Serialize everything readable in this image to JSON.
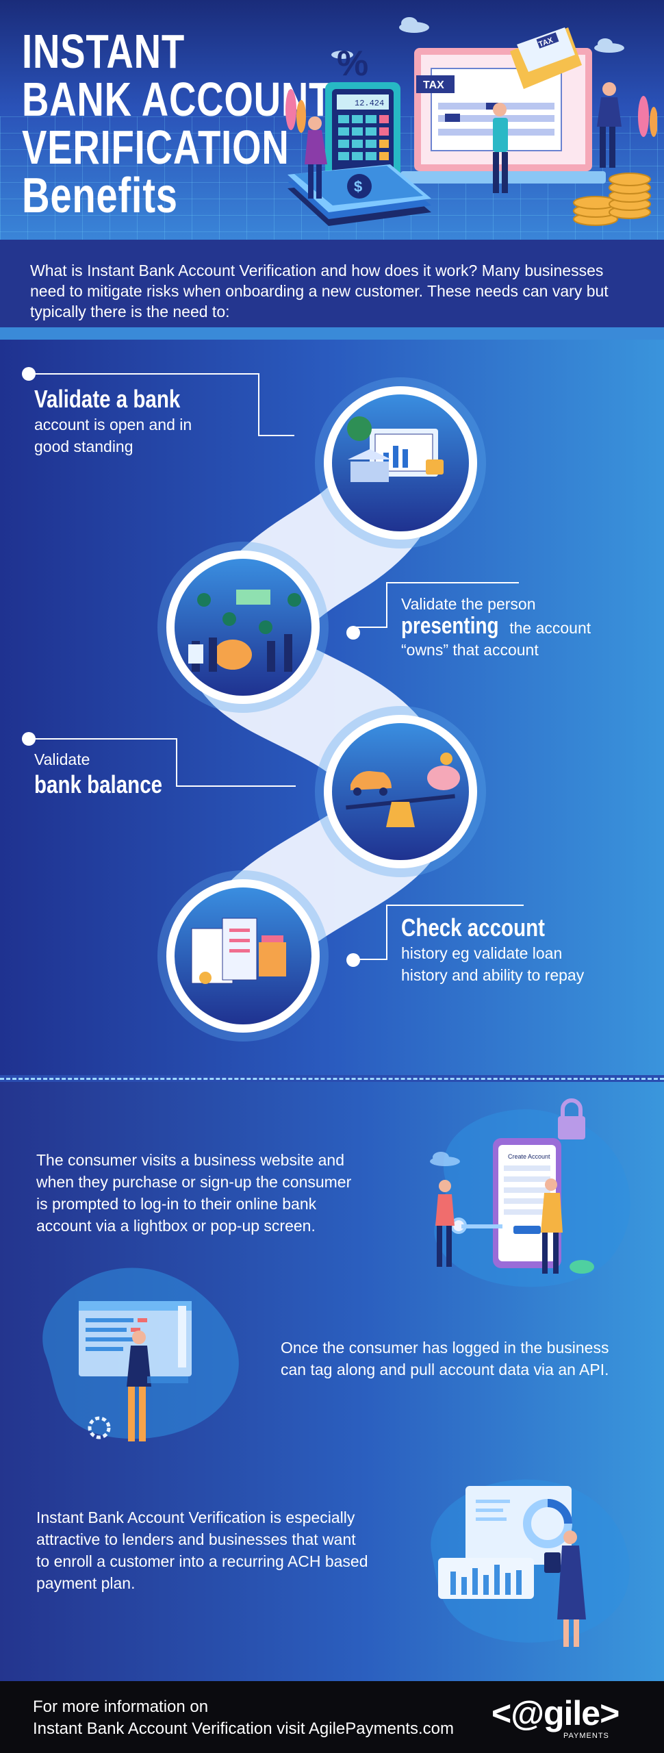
{
  "header": {
    "title_lines": [
      "INSTANT",
      "BANK ACCOUNT",
      "VERIFICATION",
      "Benefits"
    ],
    "illustration": {
      "tax_label": "TAX",
      "envelope_label": "TAX",
      "calculator_display": "12.424",
      "percent_symbol": "%"
    }
  },
  "intro": {
    "text": "What is Instant Bank Account Verification and how does it work? Many businesses need to mitigate risks when onboarding a new customer. These needs can vary but typically there is the need to:"
  },
  "benefits": [
    {
      "heading": "Validate a bank",
      "body_lines": [
        "account is open and in",
        "good standing"
      ],
      "icon": "bank-finance-icon"
    },
    {
      "pre": "Validate the person",
      "heading": "presenting",
      "body_after": " the account",
      "body_lines": [
        "“owns” that account"
      ],
      "icon": "people-money-icon"
    },
    {
      "pre": "Validate",
      "heading": "bank balance",
      "icon": "balance-scale-icon"
    },
    {
      "heading": "Check account",
      "body_lines": [
        "history eg validate loan",
        "history and ability to repay"
      ],
      "icon": "loan-history-icon"
    }
  ],
  "process": [
    {
      "lines": [
        "The consumer visits a business website and",
        "when they purchase or sign-up the consumer",
        "is prompted to log-in to their online bank",
        "account via a lightbox or pop-up screen."
      ],
      "icon": "phone-login-icon",
      "phone_title": "Create Account"
    },
    {
      "lines": [
        "Once the consumer has logged in the business",
        "can tag along and pull account data via an API."
      ],
      "icon": "api-dashboard-icon"
    },
    {
      "lines": [
        "Instant Bank Account Verification is especially",
        "attractive to lenders and businesses that want",
        "to enroll a customer into a recurring ACH based",
        "payment plan."
      ],
      "icon": "analytics-chart-icon"
    }
  ],
  "footer": {
    "line1": "For more information on",
    "line2": "Instant Bank Account Verification visit AgilePayments.com",
    "logo_text": "<@gile>",
    "logo_sub": "PAYMENTS"
  },
  "colors": {
    "navy": "#1f3290",
    "blue": "#2a5bbf",
    "light_blue": "#3a94dc",
    "footer": "#0b0b0f"
  }
}
